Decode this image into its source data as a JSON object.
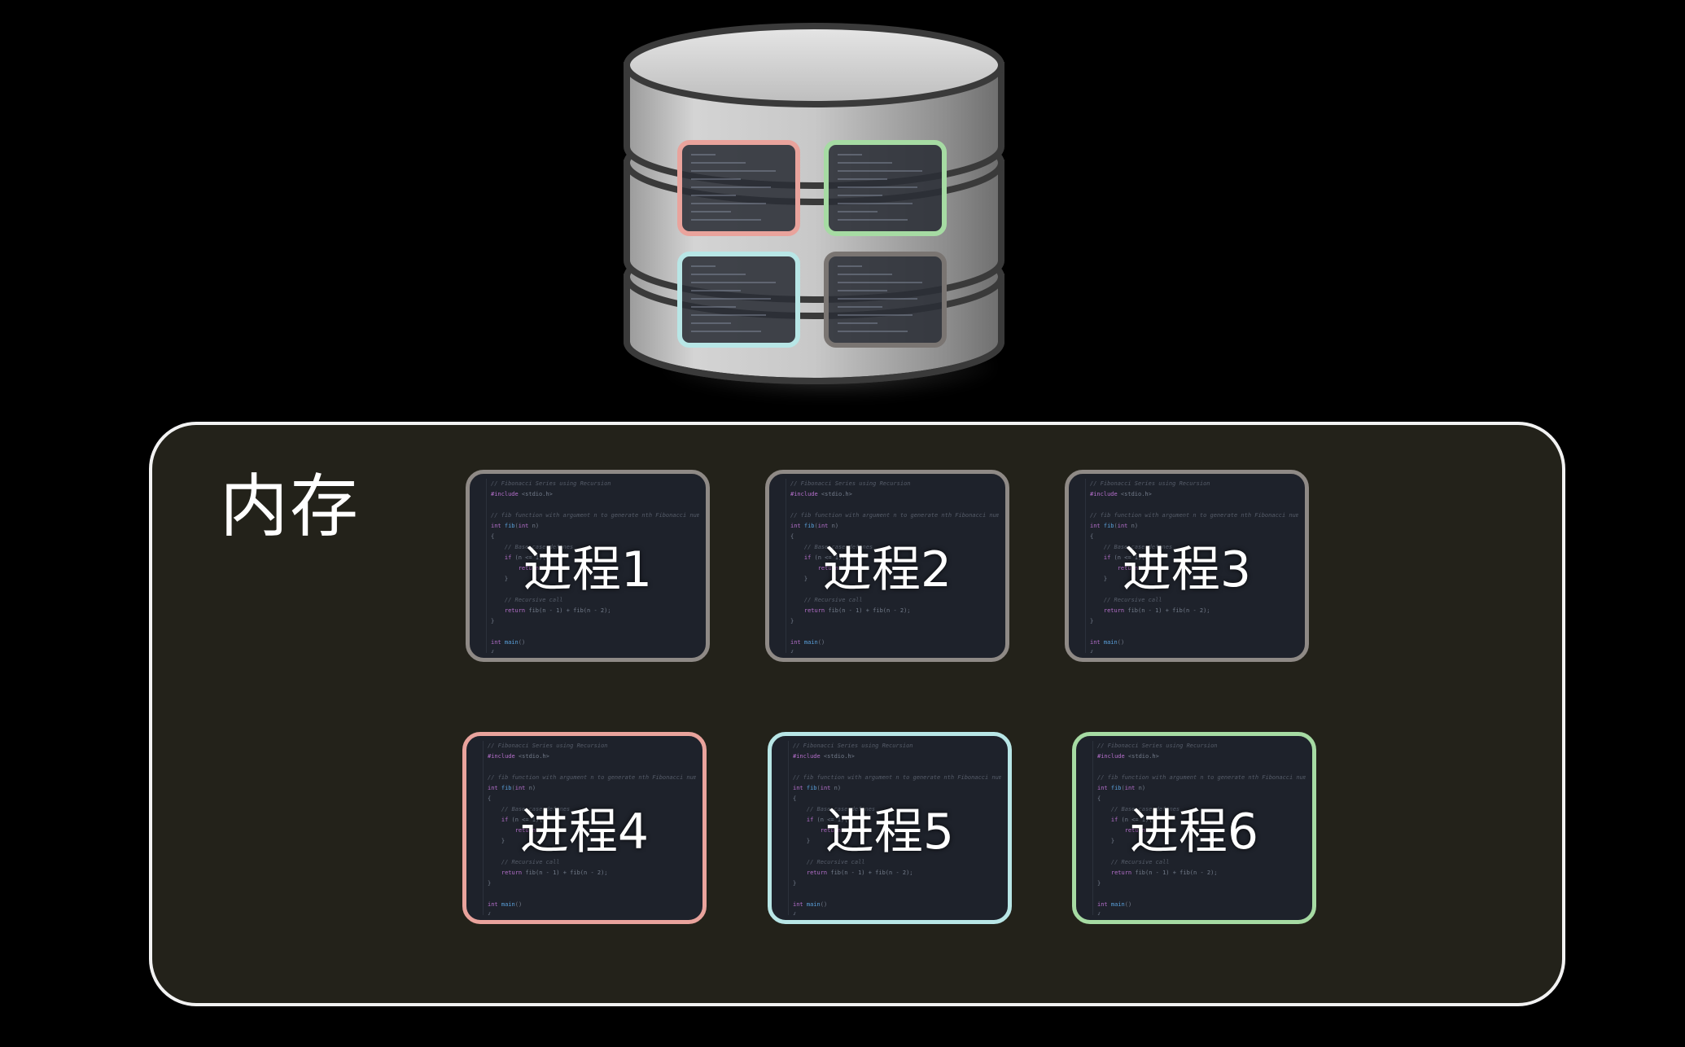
{
  "memory": {
    "label": "内存"
  },
  "processes": [
    {
      "label": "进程1",
      "border_color": "#8f8a86"
    },
    {
      "label": "进程2",
      "border_color": "#8f8a86"
    },
    {
      "label": "进程3",
      "border_color": "#8f8a86"
    },
    {
      "label": "进程4",
      "border_color": "#e9a39c"
    },
    {
      "label": "进程5",
      "border_color": "#b8e6e6"
    },
    {
      "label": "进程6",
      "border_color": "#a6dba3"
    }
  ],
  "disk": {
    "blocks": [
      {
        "border_color": "#e9a39c"
      },
      {
        "border_color": "#a6dba3"
      },
      {
        "border_color": "#b8e6e6"
      },
      {
        "border_color": "#7a7572"
      }
    ]
  },
  "colors": {
    "background": "#000000",
    "panel_fill": "#23221a",
    "panel_border": "#f2f2f2",
    "card_fill": "#1e222b"
  }
}
